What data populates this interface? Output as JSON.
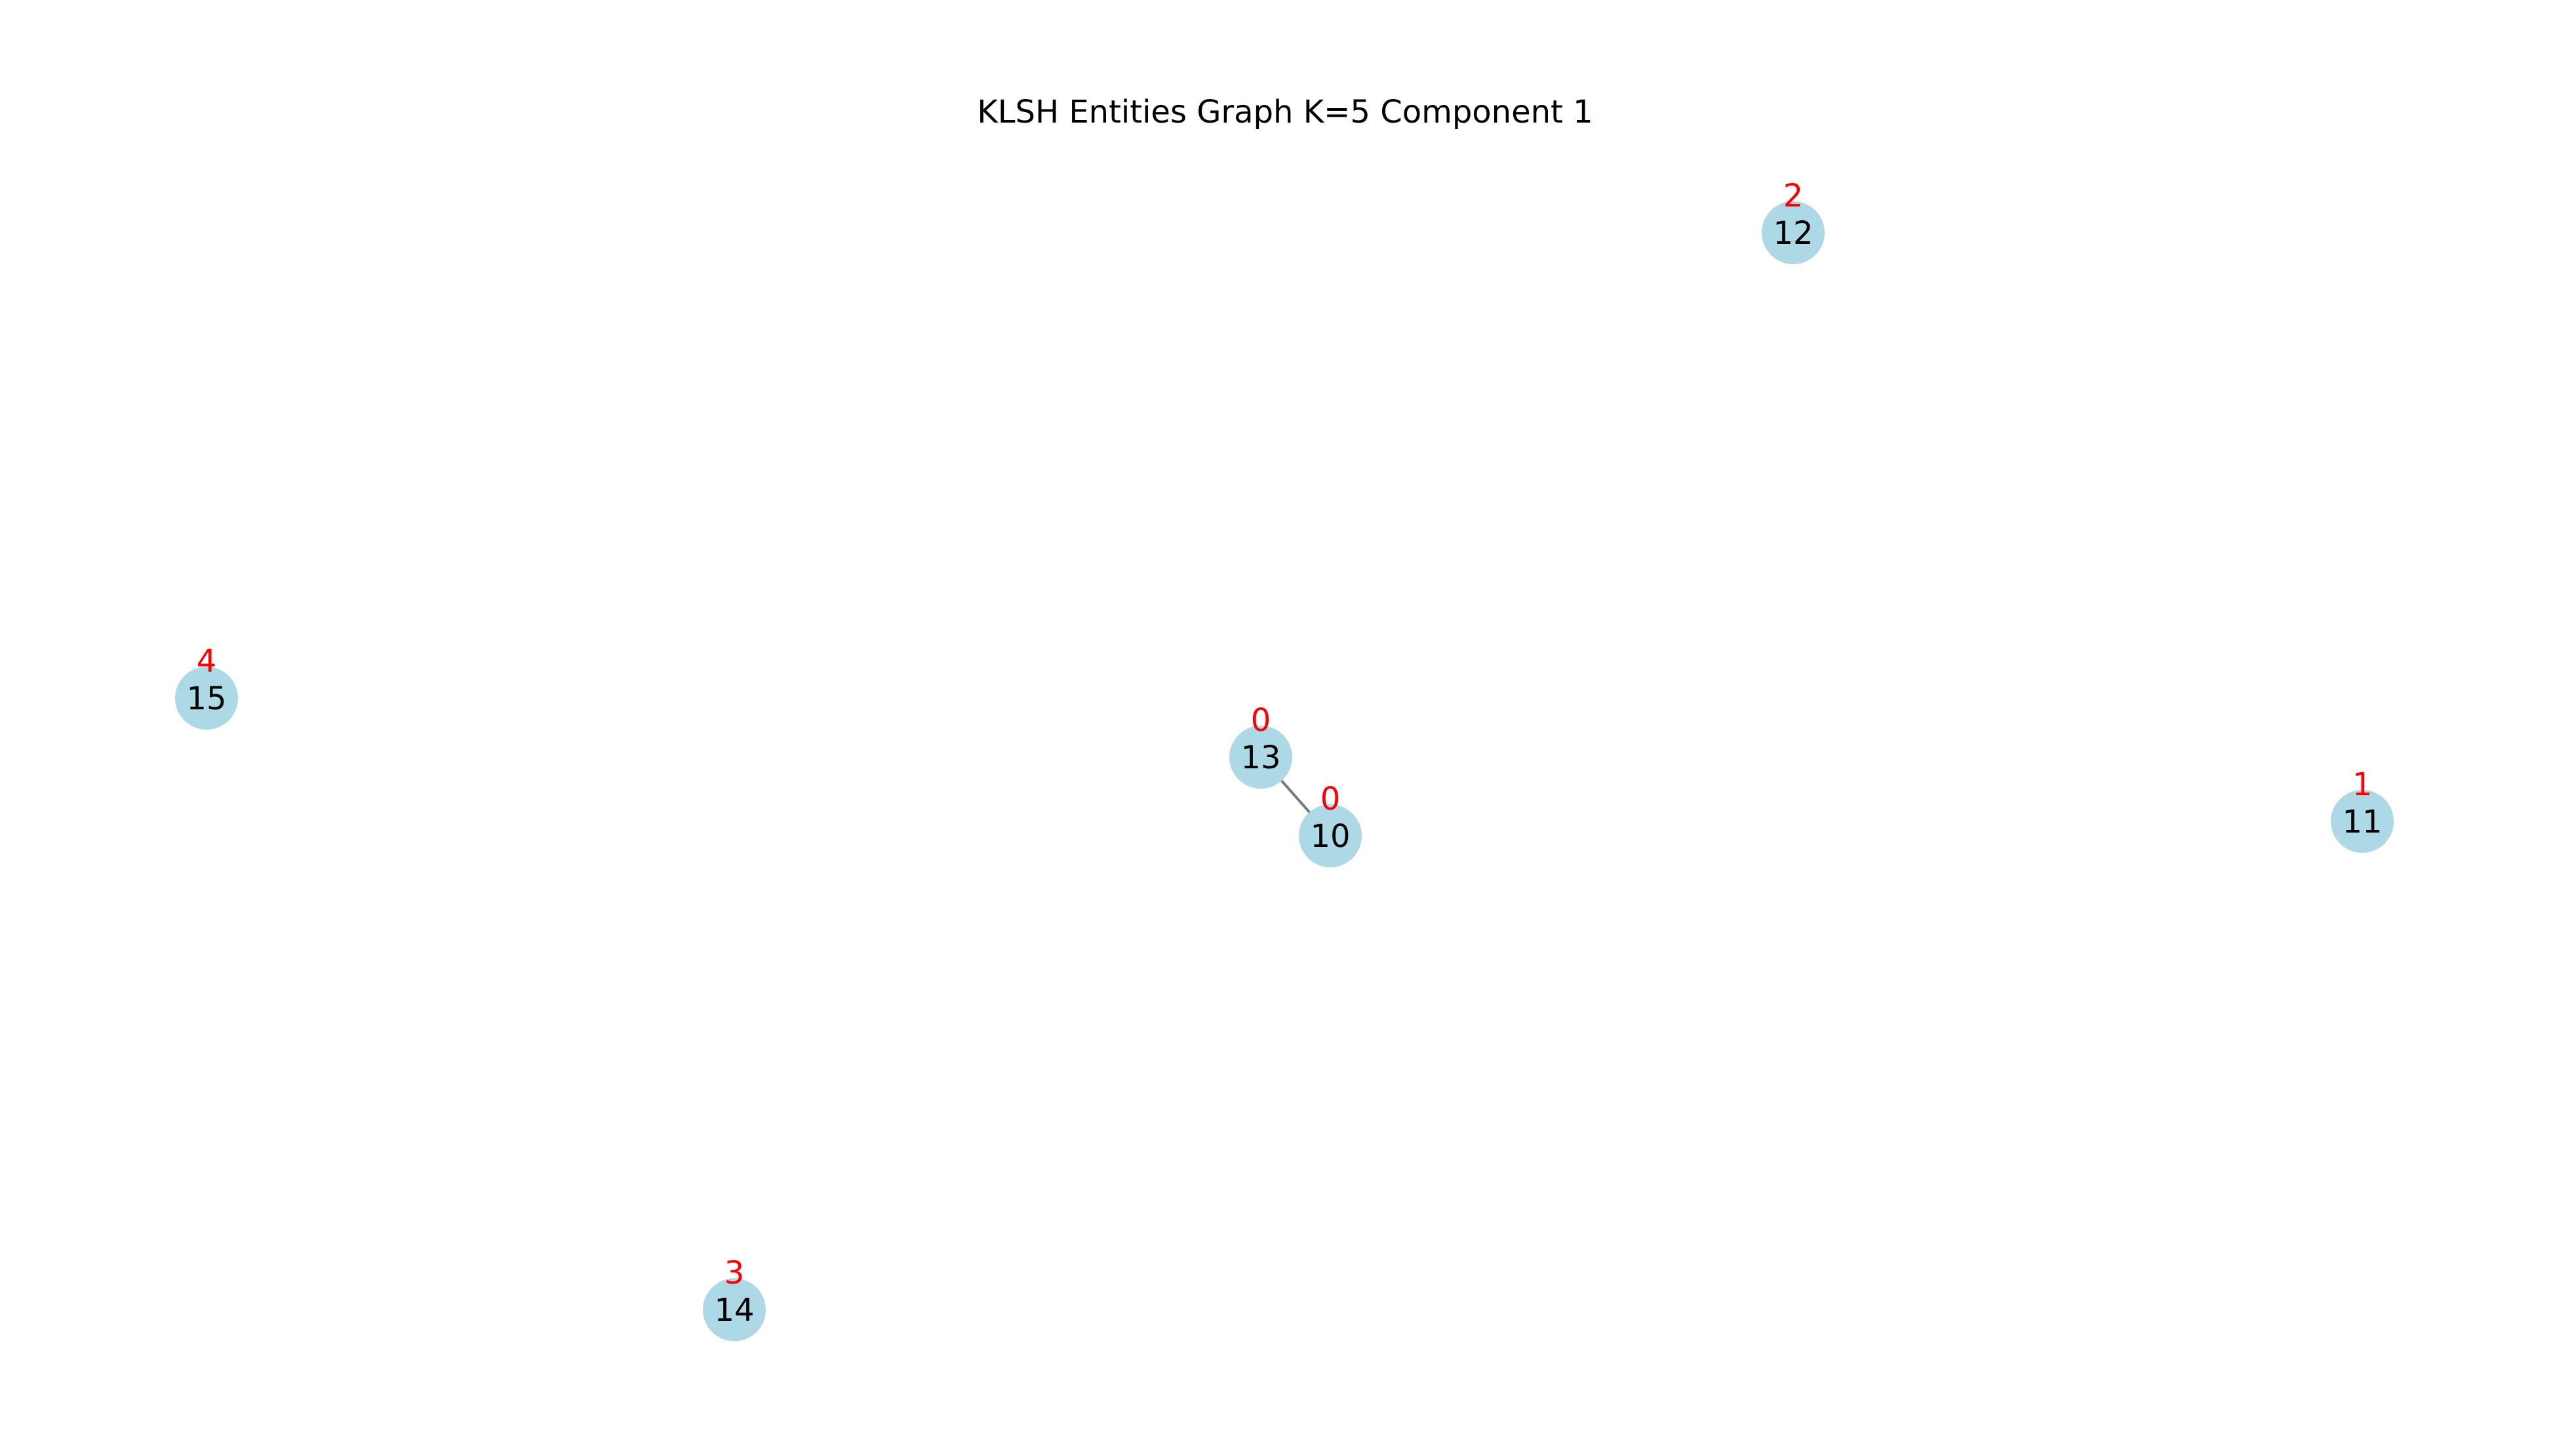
{
  "title": "KLSH Entities Graph K=5 Component 1",
  "colors": {
    "node_fill": "#add8e6",
    "edge": "#7a7a7a",
    "cluster_label": "#ff0000",
    "node_label": "#000000"
  },
  "nodes": [
    {
      "id": "12",
      "cluster": "2"
    },
    {
      "id": "15",
      "cluster": "4"
    },
    {
      "id": "13",
      "cluster": "0"
    },
    {
      "id": "10",
      "cluster": "0"
    },
    {
      "id": "11",
      "cluster": "1"
    },
    {
      "id": "14",
      "cluster": "3"
    }
  ],
  "edges": [
    {
      "source": "13",
      "target": "10"
    }
  ]
}
